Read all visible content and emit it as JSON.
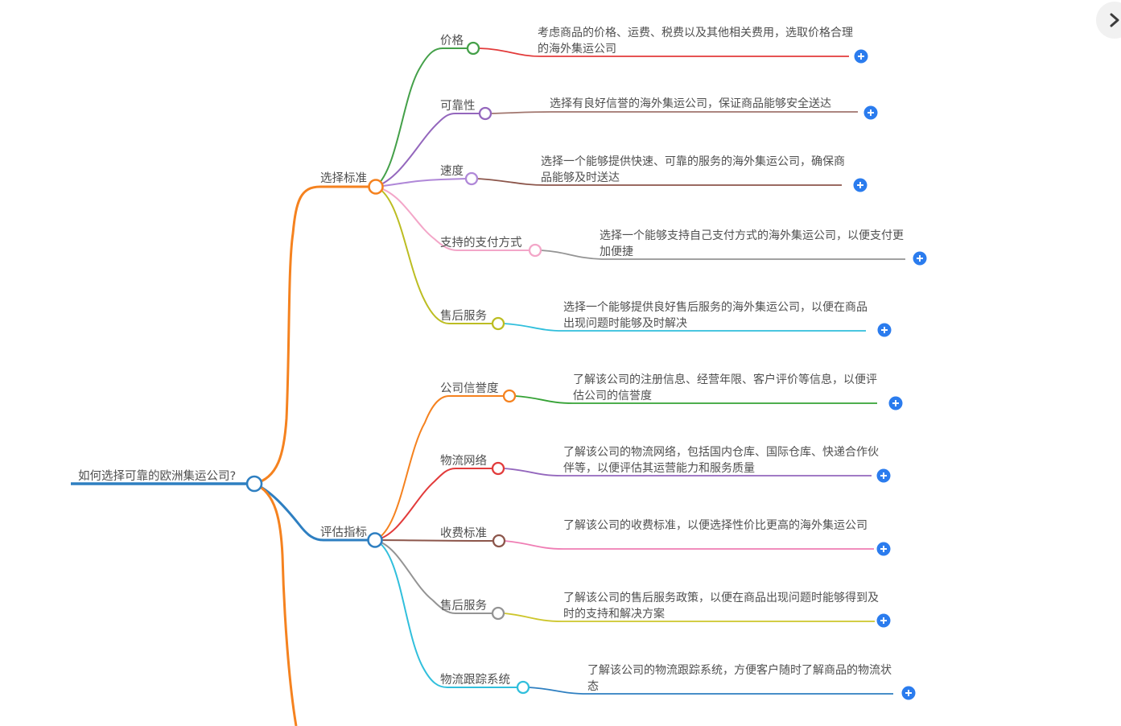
{
  "canvas": {
    "background": "#ffffff"
  },
  "controls": {
    "plus_color": "#2b7cee",
    "panel_toggle_icon": "chevron-right",
    "expand_node_icon": "plus"
  },
  "root": {
    "label": "如何选择可靠的欧洲集运公司?",
    "color": "#2e7fc1"
  },
  "branches": [
    {
      "label": "选择标准",
      "color": "#f5821f",
      "children": [
        {
          "label": "价格",
          "color": "#44a049",
          "desc": "考虑商品的价格、运费、税费以及其他相关费用，选取价格合理的海外集运公司",
          "desc_color": "#e23b3b"
        },
        {
          "label": "可靠性",
          "color": "#9467bd",
          "desc": "选择有良好信誉的海外集运公司，保证商品能够安全送达",
          "desc_color": "#a1766e"
        },
        {
          "label": "速度",
          "color": "#b088d8",
          "desc": "选择一个能够提供快速、可靠的服务的海外集运公司，确保商品能够及时送达",
          "desc_color": "#8c564b"
        },
        {
          "label": "支持的支付方式",
          "color": "#f3a6c8",
          "desc": "选择一个能够支持自己支付方式的海外集运公司，以便支付更加便捷",
          "desc_color": "#949494"
        },
        {
          "label": "售后服务",
          "color": "#bcbd22",
          "desc": "选择一个能够提供良好售后服务的海外集运公司，以便在商品出现问题时能够及时解决",
          "desc_color": "#31bfdc"
        }
      ]
    },
    {
      "label": "评估指标",
      "color": "#2e7fc1",
      "children": [
        {
          "label": "公司信誉度",
          "color": "#f5821f",
          "desc": "了解该公司的注册信息、经营年限、客户评价等信息，以便评估公司的信誉度",
          "desc_color": "#35a235"
        },
        {
          "label": "物流网络",
          "color": "#e23b3b",
          "desc": "了解该公司的物流网络，包括国内仓库、国际仓库、快递合作伙伴等，以便评估其运营能力和服务质量",
          "desc_color": "#9467bd"
        },
        {
          "label": "收费标准",
          "color": "#8c564b",
          "desc": "了解该公司的收费标准，以便选择性价比更高的海外集运公司",
          "desc_color": "#ef7db4"
        },
        {
          "label": "售后服务",
          "color": "#949494",
          "desc": "了解该公司的售后服务政策，以便在商品出现问题时能够得到及时的支持和解决方案",
          "desc_color": "#cdc62c"
        },
        {
          "label": "物流跟踪系统",
          "color": "#31bfdc",
          "desc": "了解该公司的物流跟踪系统，方便客户随时了解商品的物流状态",
          "desc_color": "#2e7fc1"
        }
      ]
    }
  ]
}
